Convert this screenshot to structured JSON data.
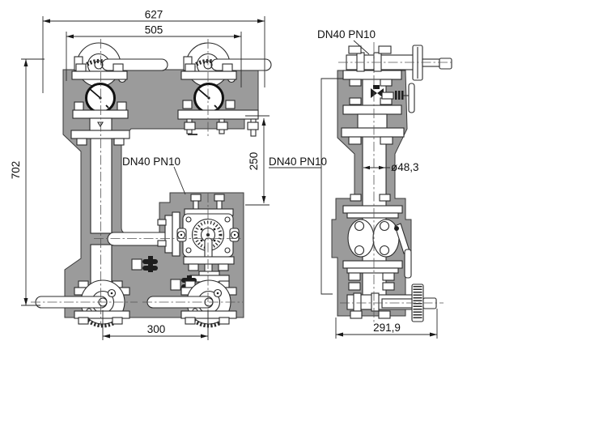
{
  "drawing": {
    "dimensions": {
      "overall_width": "627",
      "inner_width": "505",
      "overall_height": "702",
      "branch_offset": "250",
      "outlet_spacing": "300",
      "side_depth": "291,9",
      "pipe_diameter": "ø48,3"
    },
    "labels": {
      "front_port_label": "DN40 PN10",
      "side_bracket_label": "DN40 PN10",
      "top_port_label": "DN40 PN10"
    },
    "colors": {
      "body_gray": "#9b9b9b",
      "line": "#2b2b2b"
    }
  }
}
